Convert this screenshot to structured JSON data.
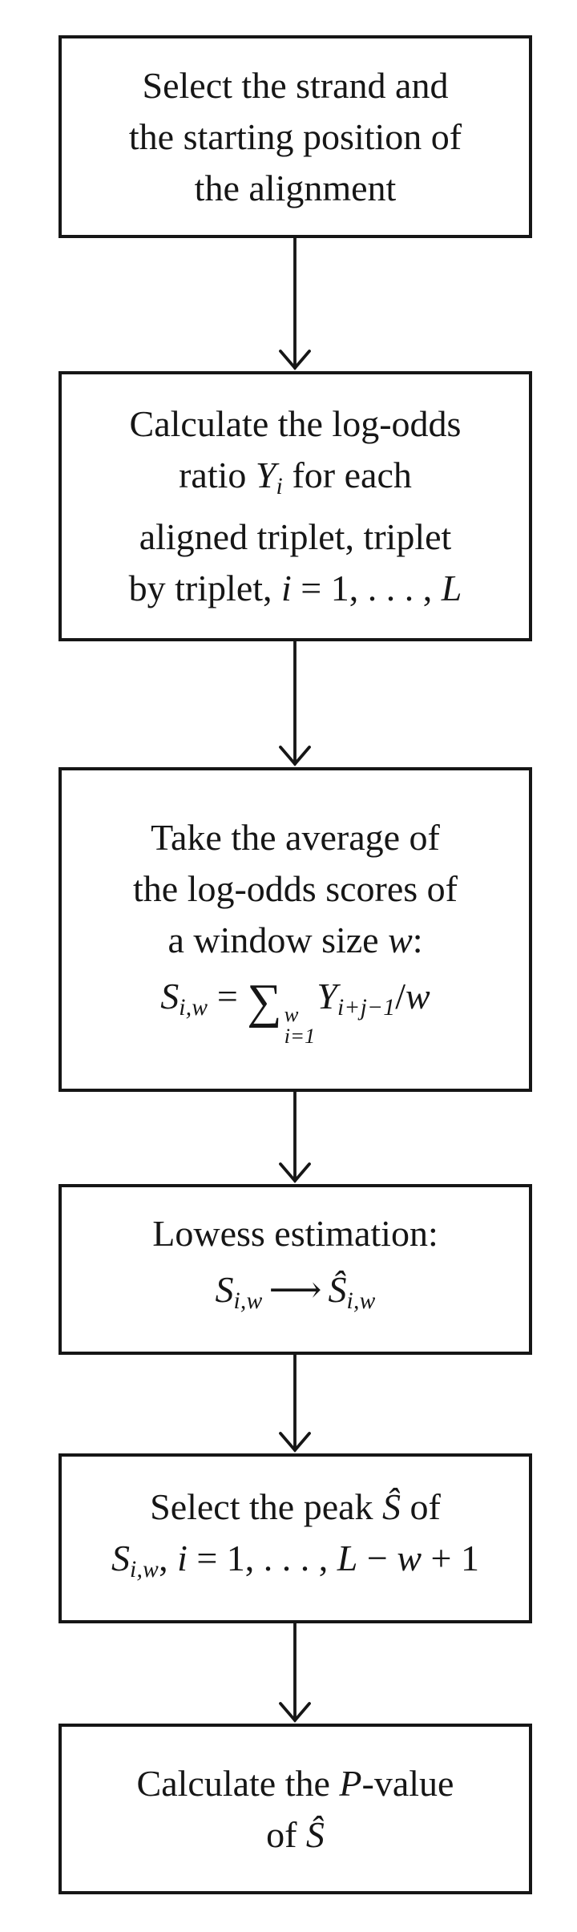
{
  "figure": {
    "kind": "flowchart",
    "ink_color": "#161616",
    "background_color": "#ffffff",
    "connector": "down-arrow",
    "connector_count": 5
  },
  "flowchart": {
    "steps": [
      {
        "name": "select-strand-and-start-position",
        "lines": [
          [
            {
              "t": "Select the strand and"
            }
          ],
          [
            {
              "t": "the starting position of"
            }
          ],
          [
            {
              "t": "the alignment"
            }
          ]
        ]
      },
      {
        "name": "calculate-log-odds-ratio",
        "lines": [
          [
            {
              "t": "Calculate the log-odds"
            }
          ],
          [
            {
              "t": "ratio "
            },
            {
              "t": "Y",
              "c": "it"
            },
            {
              "t": "i",
              "c": "sb it"
            },
            {
              "t": " for each"
            }
          ],
          [
            {
              "t": "aligned triplet, triplet"
            }
          ],
          [
            {
              "t": "by triplet, "
            },
            {
              "t": "i",
              "c": "it"
            },
            {
              "t": " = 1, . . . , "
            },
            {
              "t": "L",
              "c": "it"
            }
          ]
        ]
      },
      {
        "name": "average-log-odds-window",
        "lines": [
          [
            {
              "t": "Take the average of"
            }
          ],
          [
            {
              "t": "the log-odds scores of"
            }
          ],
          [
            {
              "t": "a window size "
            },
            {
              "t": "w",
              "c": "it"
            },
            {
              "t": ":"
            }
          ],
          [
            {
              "t": "S",
              "c": "it"
            },
            {
              "t": "i,w",
              "c": "sb it"
            },
            {
              "t": " = "
            },
            {
              "t": "∑",
              "c": "sum"
            },
            {
              "sup": "w",
              "sub": "i=1"
            },
            {
              "t": "Y",
              "c": "it"
            },
            {
              "t": "i+j−1",
              "c": "sb it"
            },
            {
              "t": "/"
            },
            {
              "t": "w",
              "c": "it"
            }
          ]
        ]
      },
      {
        "name": "lowess-estimation",
        "lines": [
          [
            {
              "t": "Lowess estimation:"
            }
          ],
          [
            {
              "t": "S",
              "c": "it"
            },
            {
              "t": "i,w",
              "c": "sb it"
            },
            {
              "t": "⟶",
              "c": "arr"
            },
            {
              "t": "Ŝ",
              "c": "it"
            },
            {
              "t": "i,w",
              "c": "sb it"
            }
          ]
        ]
      },
      {
        "name": "select-peak",
        "lines": [
          [
            {
              "t": "Select the peak "
            },
            {
              "t": "Ŝ",
              "c": "it"
            },
            {
              "t": " of"
            }
          ],
          [
            {
              "t": "S",
              "c": "it"
            },
            {
              "t": "i,w",
              "c": "sb it"
            },
            {
              "t": ", "
            },
            {
              "t": "i",
              "c": "it"
            },
            {
              "t": " = 1, . . . , "
            },
            {
              "t": "L",
              "c": "it"
            },
            {
              "t": " − "
            },
            {
              "t": "w",
              "c": "it"
            },
            {
              "t": " + 1"
            }
          ]
        ]
      },
      {
        "name": "calculate-p-value",
        "lines": [
          [
            {
              "t": "Calculate the "
            },
            {
              "t": "P",
              "c": "it"
            },
            {
              "t": "-value"
            }
          ],
          [
            {
              "t": "of "
            },
            {
              "t": "Ŝ",
              "c": "it"
            }
          ]
        ]
      }
    ]
  }
}
